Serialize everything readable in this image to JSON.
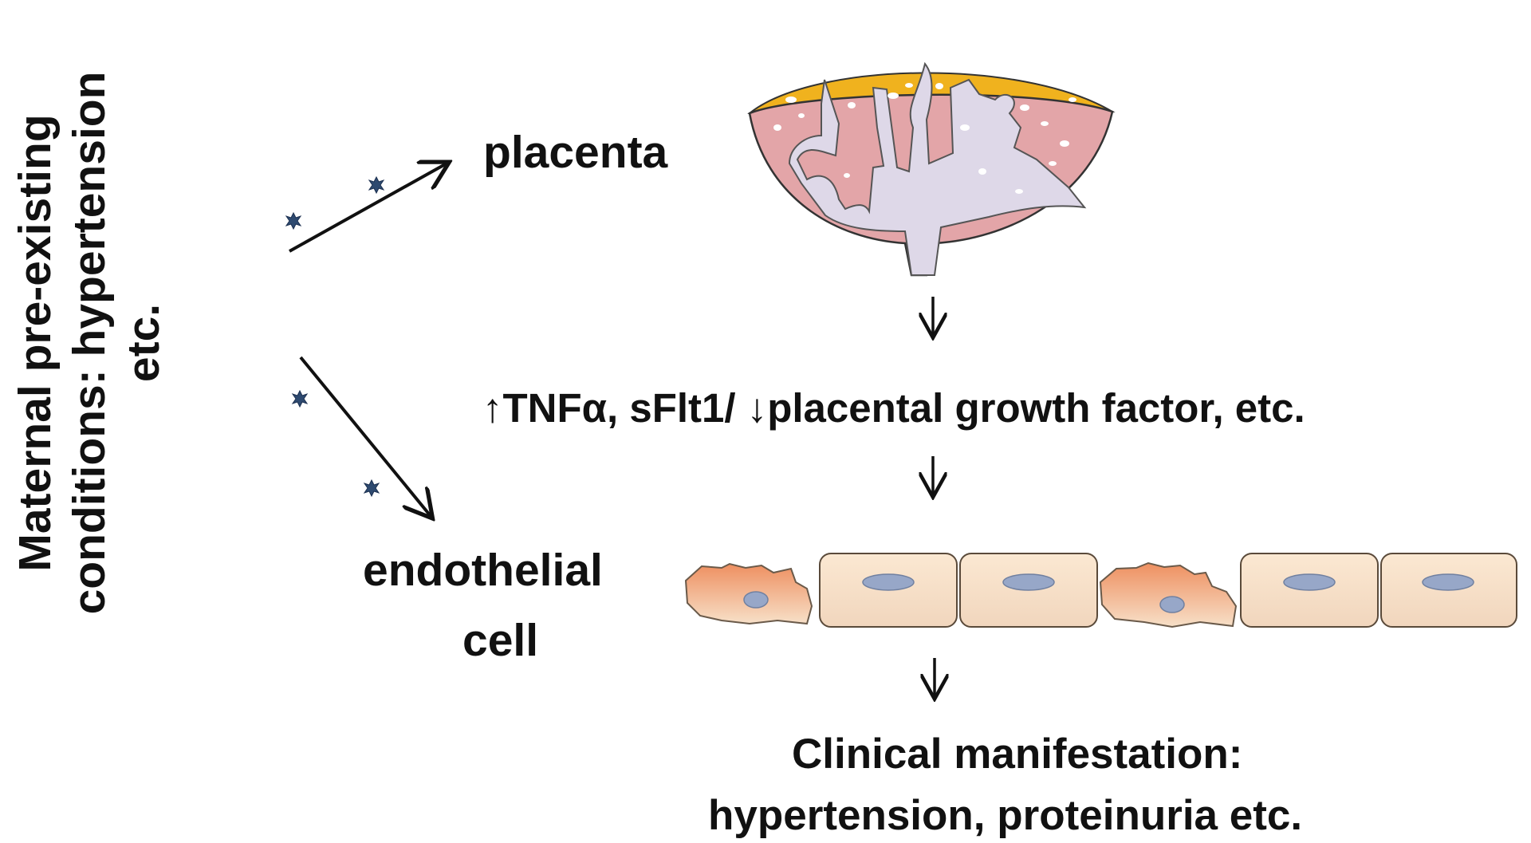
{
  "title_lines": [
    "Maternal pre-existing",
    "conditions: hypertension",
    "etc."
  ],
  "labels": {
    "placenta": "placenta",
    "factors": "↑TNFα, sFlt1/ ↓placental growth factor, etc.",
    "endothelial_line1": "endothelial",
    "endothelial_line2": "cell",
    "clinical_line1": "Clinical manifestation:",
    "clinical_line2": "hypertension, proteinuria etc."
  },
  "icons": [
    "star-marker-icon",
    "arrow-right-up-icon",
    "arrow-right-down-icon",
    "arrow-down-icon",
    "placenta-illustration",
    "endothelial-cell-illustration"
  ],
  "colors": {
    "placenta_pink": "#e3a5a8",
    "villi_lavender": "#ded8e8",
    "decidua_yellow": "#f0b21e",
    "healthy_cell": "#f6ddc3",
    "damaged_cell": "#f0a07a",
    "nucleus": "#97a7c8",
    "star_marker": "#2e4a70"
  }
}
